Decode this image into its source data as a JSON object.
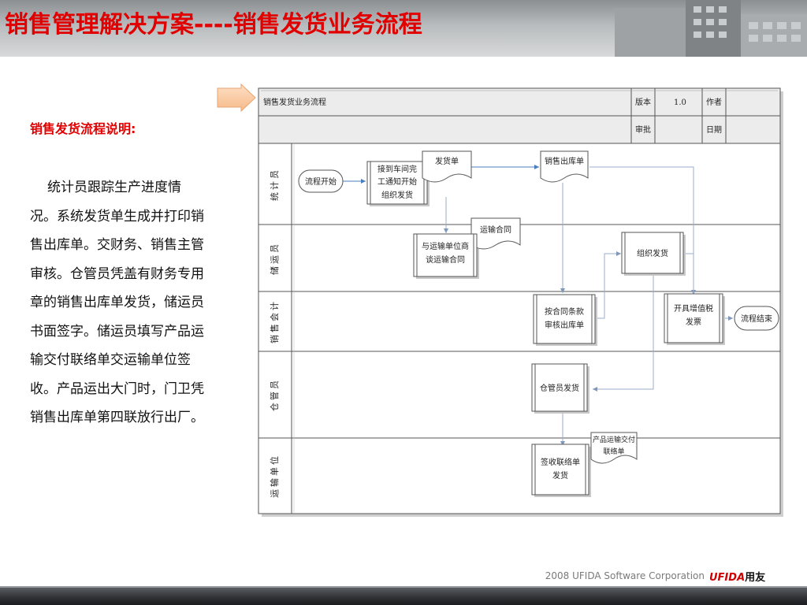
{
  "page": {
    "title": "销售管理解决方案----销售发货业务流程",
    "footer_company": "2008 UFIDA Software Corporation",
    "logo_brand": "UFIDA",
    "logo_cn": "用友"
  },
  "side": {
    "subtitle": "销售发货流程说明:",
    "description": "统计员跟踪生产进度情况。系统发货单生成并打印销售出库单。交财务、销售主管审核。仓管员凭盖有财务专用章的销售出库单发货，储运员书面签字。储运员填写产品运输交付联络单交运输单位签收。产品运出大门时，门卫凭销售出库单第四联放行出厂。"
  },
  "diagram": {
    "header": {
      "name": "销售发货业务流程",
      "version_label": "版本",
      "version_value": "1.0",
      "author_label": "作者",
      "approve_label": "审批",
      "date_label": "日期"
    },
    "lanes": [
      "统计员",
      "储运员",
      "销售会计",
      "仓管员",
      "运输单位"
    ],
    "nodes": {
      "start": "流程开始",
      "notify1": "接到车间完",
      "notify2": "工通知开始",
      "notify3": "组织发货",
      "delivery_doc": "发货单",
      "out_doc": "销售出库单",
      "transport_contract": "运输合同",
      "negotiate1": "与运输单位商",
      "negotiate2": "谈运输合同",
      "organize": "组织发货",
      "review1": "按合同条款",
      "review2": "审核出库单",
      "invoice1": "开具增值税",
      "invoice2": "发票",
      "end": "流程结束",
      "warehouse": "仓管员发货",
      "liaison1": "产品运输交付",
      "liaison2": "联络单",
      "sign1": "签收联络单",
      "sign2": "发货"
    },
    "colors": {
      "connector": "#4a7ebb",
      "thin_connector": "#9aaec8",
      "grid": "#555555",
      "header_fill": "#ececec"
    }
  }
}
